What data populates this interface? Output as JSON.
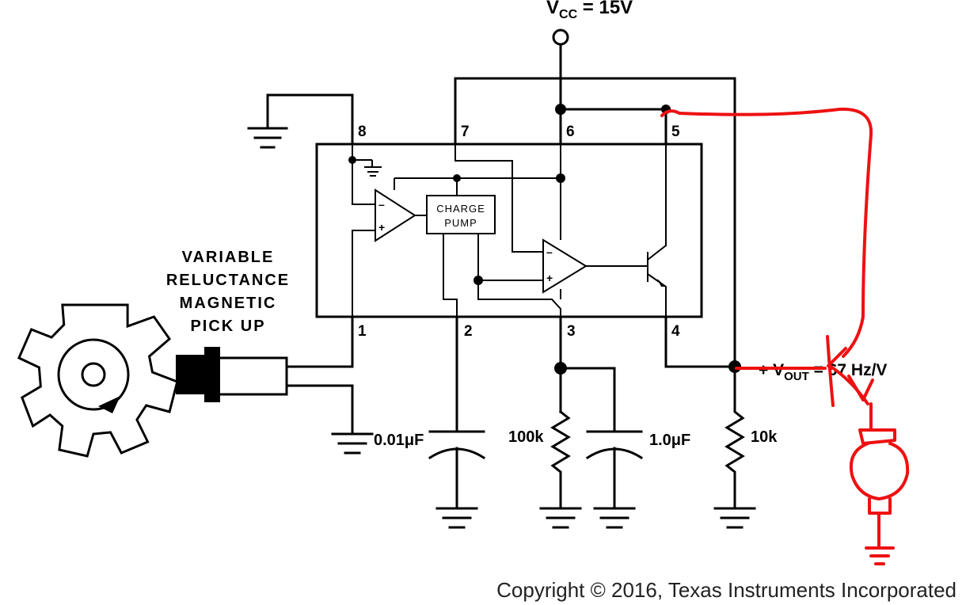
{
  "supply": {
    "main": "V",
    "sub": "CC",
    "rest": " = 15V"
  },
  "pins": [
    "8",
    "7",
    "6",
    "5",
    "1",
    "2",
    "3",
    "4"
  ],
  "blocks": {
    "charge_pump_line1": "CHARGE",
    "charge_pump_line2": "PUMP"
  },
  "opamp_marks": {
    "minus": "–",
    "plus": "+"
  },
  "pickup_label": [
    "VARIABLE",
    "RELUCTANCE",
    "MAGNETIC",
    "PICK UP"
  ],
  "components": {
    "cap_pin2": "0.01μF",
    "res_pin3": "100k",
    "cap_pin3": "1.0μF",
    "res_out": "10k"
  },
  "output": {
    "prefix": "+ V",
    "sub": "OUT",
    "rest": " = 67 Hz/V"
  },
  "copyright": "Copyright © 2016, Texas Instruments Incorporated"
}
